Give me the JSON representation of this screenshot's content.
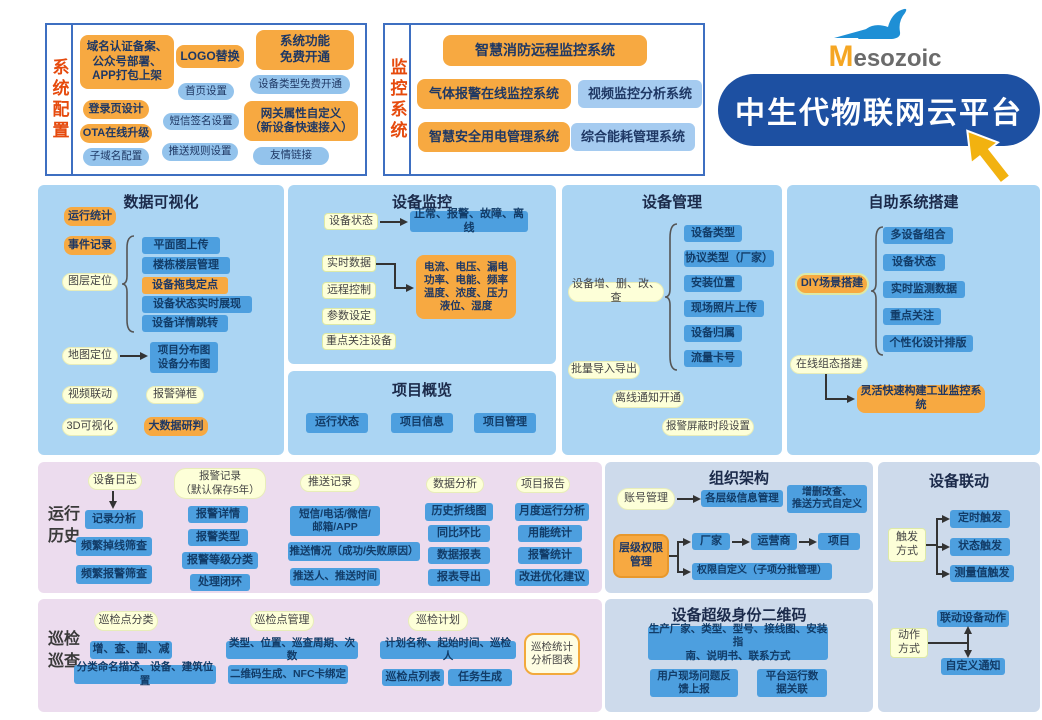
{
  "brand": {
    "logo_text_m": "M",
    "logo_text_rest": "esozoic",
    "title": "中生代物联网云平台",
    "accent_blue": "#1d50a2",
    "accent_orange": "#f7a941",
    "node_blue": "#4d9fdf",
    "cream": "#fdffd8"
  },
  "sys_config": {
    "label": "系统配置",
    "items": [
      "域名认证备案、\n公众号部署、\nAPP打包上架",
      "登录页设计",
      "OTA在线升级",
      "子域名配置",
      "LOGO替换",
      "首页设置",
      "短信签名设置",
      "推送规则设置",
      "系统功能\n免费开通",
      "设备类型免费开通",
      "网关属性自定义\n（新设备快速接入）",
      "友情链接"
    ]
  },
  "monitor_sys": {
    "label": "监控系统",
    "items": [
      "智慧消防远程监控系统",
      "气体报警在线监控系统",
      "视频监控分析系统",
      "智慧安全用电管理系统",
      "综合能耗管理系统"
    ]
  },
  "viz": {
    "title": "数据可视化",
    "run_stats": "运行统计",
    "event_log": "事件记录",
    "layer_loc": "图层定位",
    "layer_items": [
      "平面图上传",
      "楼栋楼层管理",
      "设备拖曳定点",
      "设备状态实时展现",
      "设备详情跳转"
    ],
    "map_loc": "地图定位",
    "map_target": "项目分布图\n设备分布图",
    "video_link": "视频联动",
    "alarm_popup": "报警弹框",
    "viz3d": "3D可视化",
    "bigdata": "大数据研判"
  },
  "device_monitor": {
    "title": "设备监控",
    "status": "设备状态",
    "status_values": "正常、报警、故障、离线",
    "realtime": "实时数据",
    "remote": "远程控制",
    "params": "参数设定",
    "focus": "重点关注设备",
    "metrics": "电流、电压、漏电\n功率、电能、频率\n温度、浓度、压力\n液位、湿度"
  },
  "project_overview": {
    "title": "项目概览",
    "items": [
      "运行状态",
      "项目信息",
      "项目管理"
    ]
  },
  "device_mgmt": {
    "title": "设备管理",
    "crud": "设备增、删、改、查",
    "crud_items": [
      "设备类型",
      "协议类型（厂家）",
      "安装位置",
      "现场照片上传",
      "设备归属",
      "流量卡号"
    ],
    "batch": "批量导入导出",
    "offline": "离线通知开通",
    "mask": "报警屏蔽时段设置"
  },
  "self_build": {
    "title": "自助系统搭建",
    "diy": "DIY场景搭建",
    "diy_items": [
      "多设备组合",
      "设备状态",
      "实时监测数据",
      "重点关注",
      "个性化设计排版"
    ],
    "scada": "在线组态搭建",
    "scada_target": "灵活快速构建工业监控系统"
  },
  "run_history": {
    "label": "运行\n历史",
    "device_log": "设备日志",
    "log_items": [
      "记录分析",
      "频繁掉线筛查",
      "频繁报警筛查"
    ],
    "alarm_rec": "报警记录\n（默认保存5年）",
    "alarm_items": [
      "报警详情",
      "报警类型",
      "报警等级分类",
      "处理闭环"
    ],
    "push_rec": "推送记录",
    "push_items": [
      "短信/电话/微信/\n邮箱/APP",
      "推送情况（成功/失败原因）",
      "推送人、推送时间"
    ],
    "analysis": "数据分析",
    "analysis_items": [
      "历史折线图",
      "同比环比",
      "数据报表",
      "报表导出"
    ],
    "report": "项目报告",
    "report_items": [
      "月度运行分析",
      "用能统计",
      "报警统计",
      "改进优化建议"
    ]
  },
  "inspection": {
    "label": "巡检\n巡查",
    "point_class": "巡检点分类",
    "class_items": [
      "增、查、删、减",
      "分类命名描述、设备、建筑位置"
    ],
    "point_mgmt": "巡检点管理",
    "mgmt_items": [
      "类型、位置、巡查周期、次数",
      "二维码生成、NFC卡绑定"
    ],
    "plan": "巡检计划",
    "plan_items": [
      "计划名称、起始时间、巡检人",
      "巡检点列表",
      "任务生成"
    ],
    "stats": "巡检统计\n分析图表"
  },
  "org": {
    "title": "组织架构",
    "account": "账号管理",
    "account_items": [
      "各层级信息管理",
      "增删改查、\n推送方式自定义"
    ],
    "perm": "层级权限\n管理",
    "chain": [
      "厂家",
      "运营商",
      "项目"
    ],
    "perm_custom": "权限自定义（子项分批管理）"
  },
  "qrcode": {
    "title": "设备超级身份二维码",
    "info": "生产厂家、类型、型号、接线图、安装指\n南、说明书、联系方式",
    "feedback": "用户现场问题反\n馈上报",
    "platform": "平台运行数\n据关联"
  },
  "linkage": {
    "title": "设备联动",
    "trigger": "触发\n方式",
    "trigger_items": [
      "定时触发",
      "状态触发",
      "测量值触发"
    ],
    "action": "动作\n方式",
    "action_items": [
      "联动设备动作",
      "自定义通知"
    ]
  }
}
